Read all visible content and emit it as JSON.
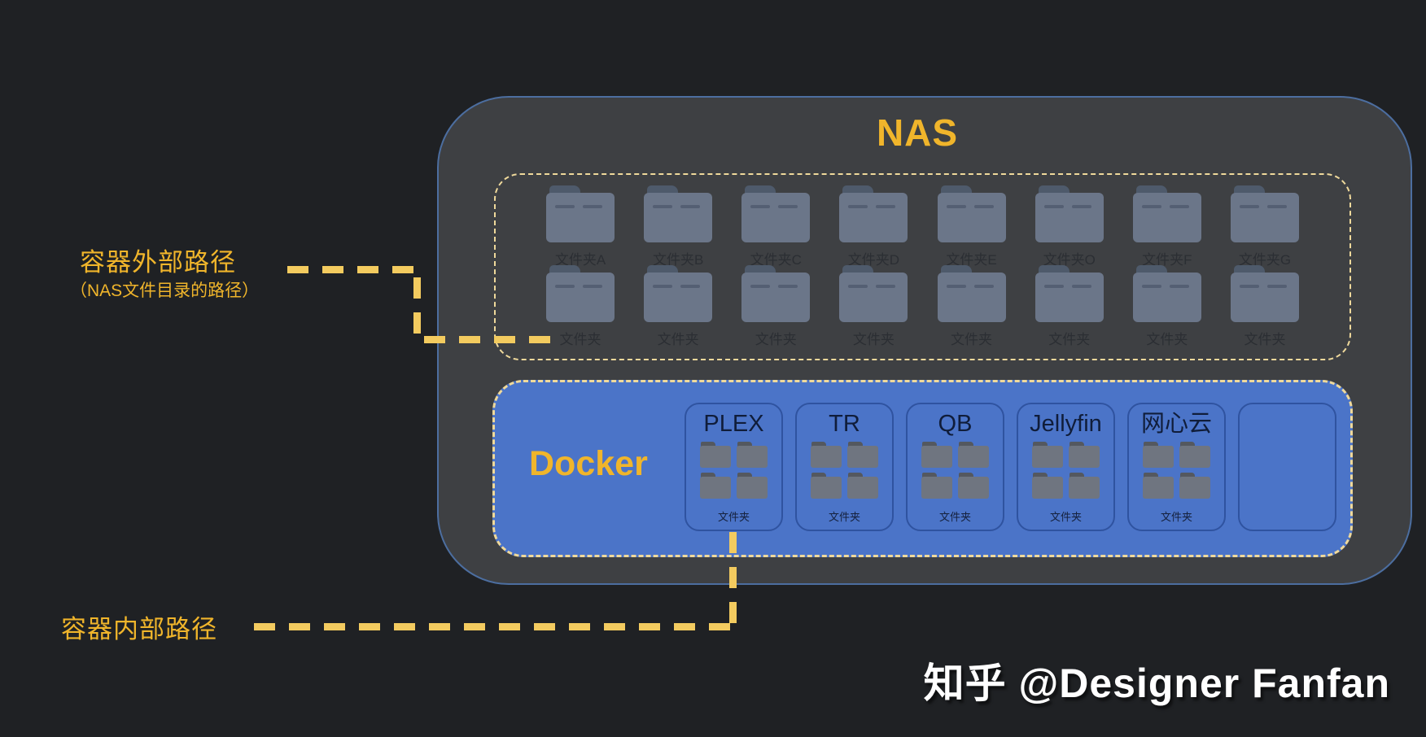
{
  "colors": {
    "background": "#1F2124",
    "nas_fill": "#3E4043",
    "nas_border": "#4C6EA0",
    "docker_fill": "#4B74C8",
    "gold": "#F0B52B",
    "dash_yellow": "#F3CB5F",
    "pale_dash": "#EFD99B",
    "folder_body": "#6B7689",
    "folder_tab": "#4E5A6B",
    "docker_folder_body": "#6F7580",
    "docker_folder_tab": "#54585F"
  },
  "nas": {
    "title": "NAS",
    "folder_rows": {
      "row1": [
        "文件夹A",
        "文件夹B",
        "文件夹C",
        "文件夹D",
        "文件夹E",
        "文件夹O",
        "文件夹F",
        "文件夹G"
      ],
      "row2": [
        "文件夹",
        "文件夹",
        "文件夹",
        "文件夹",
        "文件夹",
        "文件夹",
        "文件夹",
        "文件夹"
      ]
    }
  },
  "docker": {
    "title": "Docker",
    "containers": [
      {
        "name": "PLEX",
        "folder_label": "文件夹"
      },
      {
        "name": "TR",
        "folder_label": "文件夹"
      },
      {
        "name": "QB",
        "folder_label": "文件夹"
      },
      {
        "name": "Jellyfin",
        "folder_label": "文件夹"
      },
      {
        "name": "网心云",
        "folder_label": "文件夹"
      },
      {
        "name": "",
        "folder_label": "",
        "empty": true
      }
    ]
  },
  "annotations": {
    "external_path_label": "容器外部路径",
    "external_path_sublabel": "（NAS文件目录的路径）",
    "internal_path_label": "容器内部路径"
  },
  "watermark": "知乎 @Designer Fanfan"
}
